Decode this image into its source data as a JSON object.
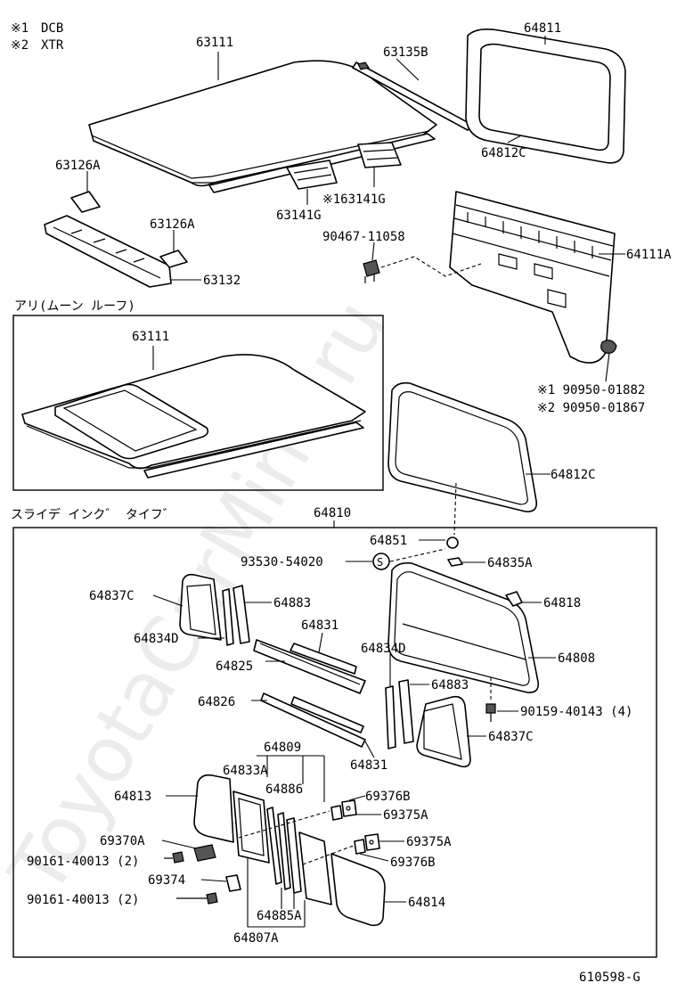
{
  "notes": [
    {
      "mark": "※1",
      "text": "DCB"
    },
    {
      "mark": "※2",
      "text": "XTR"
    }
  ],
  "sections": {
    "moon_roof": "アリ(ムーン ルーフ)",
    "sliding_type": "スライデ インク゛ タイフ゛"
  },
  "watermark": "ToyotaCarMine.ru",
  "figure_code": "610598-G",
  "parts": {
    "p63111_top": "63111",
    "p63135b": "63135B",
    "p64811": "64811",
    "p64812c_top": "64812C",
    "p63126a_1": "63126A",
    "p163141g": "※163141G",
    "p63141g": "63141G",
    "p63126a_2": "63126A",
    "p90467": "90467-11058",
    "p64111a": "64111A",
    "p63132": "63132",
    "p63111_moon": "63111",
    "p90950_1": "※1 90950-01882",
    "p90950_2": "※2 90950-01867",
    "p64812c_mid": "64812C",
    "p64810": "64810",
    "p64851": "64851",
    "p93530": "93530-54020",
    "p64835a": "64835A",
    "p64837c_left": "64837C",
    "p64883_left": "64883",
    "p64818": "64818",
    "p64834d_left": "64834D",
    "p64831_upper": "64831",
    "p64808": "64808",
    "p64825": "64825",
    "p64834d_right": "64834D",
    "p64883_right": "64883",
    "p64826": "64826",
    "p90159": "90159-40143 (4)",
    "p64837c_right": "64837C",
    "p64831_lower": "64831",
    "p64809": "64809",
    "p64833a": "64833A",
    "p64886": "64886",
    "p64813": "64813",
    "p69376b_1": "69376B",
    "p69375a_1": "69375A",
    "p69370a": "69370A",
    "p69375a_2": "69375A",
    "p90161_1": "90161-40013 (2)",
    "p69376b_2": "69376B",
    "p69374": "69374",
    "p90161_2": "90161-40013 (2)",
    "p64814": "64814",
    "p64885a": "64885A",
    "p64807a": "64807A"
  }
}
